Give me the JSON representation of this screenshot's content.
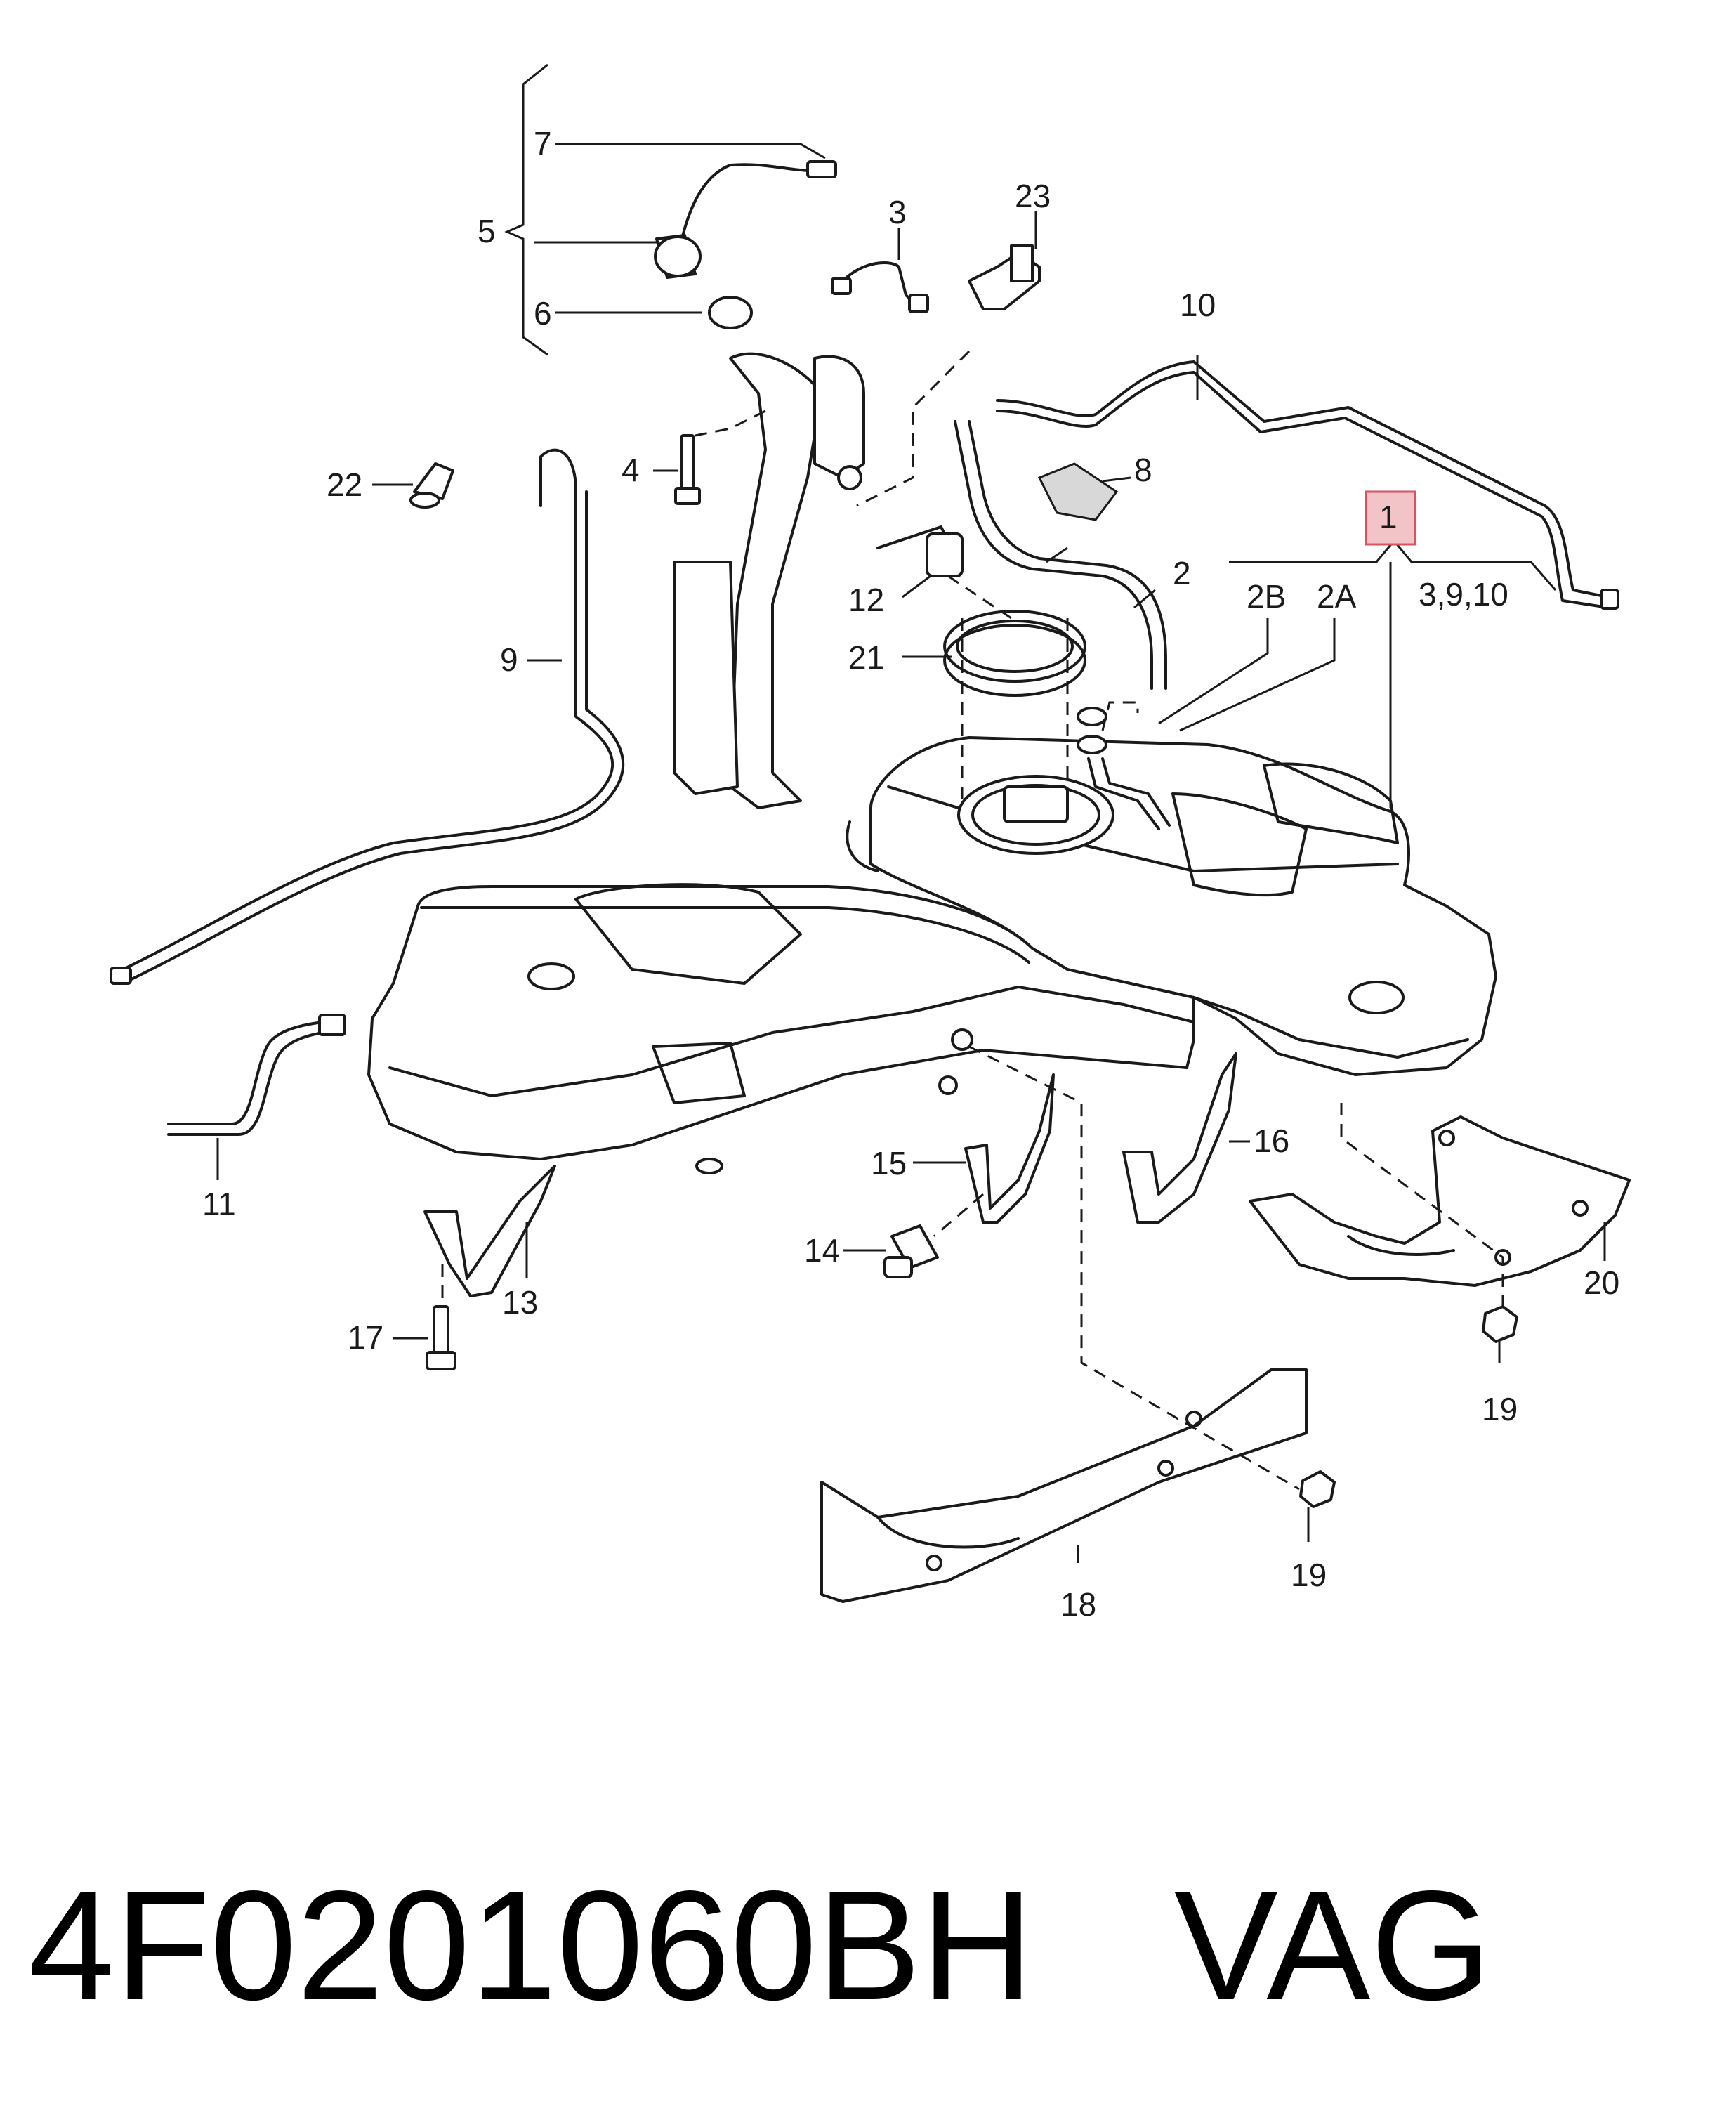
{
  "diagram": {
    "callouts": {
      "p1": "1",
      "p2": "2",
      "p2a": "2A",
      "p2b": "2B",
      "p3": "3",
      "p3_9_10": "3,9,10",
      "p4": "4",
      "p5": "5",
      "p6": "6",
      "p7": "7",
      "p8": "8",
      "p9": "9",
      "p10": "10",
      "p11": "11",
      "p12": "12",
      "p13": "13",
      "p14": "14",
      "p15": "15",
      "p16": "16",
      "p17": "17",
      "p18": "18",
      "p19a": "19",
      "p19b": "19",
      "p20": "20",
      "p21": "21",
      "p22": "22",
      "p23": "23"
    },
    "highlight_color": "#f2c4c8",
    "highlight_border": "#d9535f"
  },
  "caption": {
    "part_number": "4F0201060BH",
    "brand": "VAG"
  }
}
